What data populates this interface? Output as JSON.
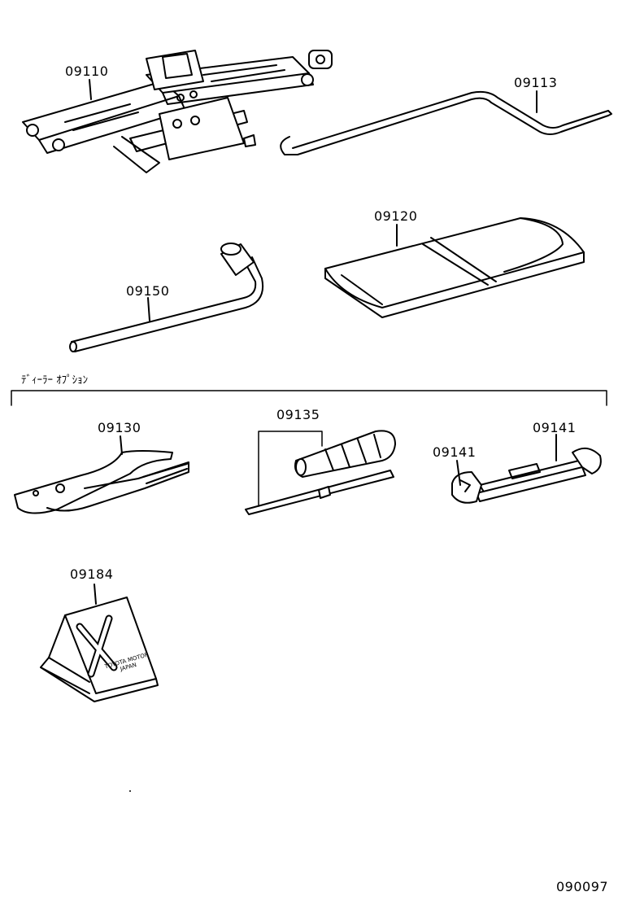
{
  "parts": {
    "jack": "09110",
    "jack_handle": "09113",
    "tool_bag": "09120",
    "lug_wrench": "09150",
    "pliers": "09130",
    "screwdriver": "09135",
    "wrench_a": "09141",
    "wrench_b": "09141",
    "wheel_chock": "09184"
  },
  "section": {
    "dealer_option": "ﾃﾞｨｰﾗｰ ｵﾌﾟｼｮﾝ"
  },
  "chock_marking": {
    "line1": "TOYOTA MOTOR",
    "line2": "JAPAN"
  },
  "diagram_id": "090097"
}
